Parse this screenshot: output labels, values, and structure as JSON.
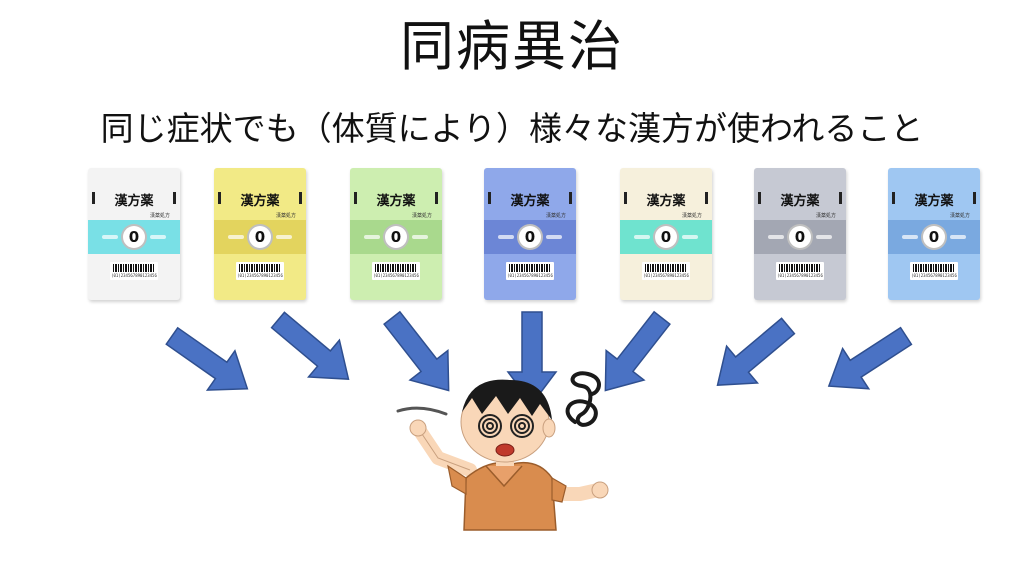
{
  "slide": {
    "title": "同病異治",
    "subtitle": "同じ症状でも（体質により）様々な漢方が使われること"
  },
  "packets": [
    {
      "name": "漢方薬",
      "number": "0",
      "small": "漢薬処方",
      "barcode": "(01)234567890123456",
      "body_color": "#f3f3f3",
      "band_color": "#79e0e6"
    },
    {
      "name": "漢方薬",
      "number": "0",
      "small": "漢薬処方",
      "barcode": "(01)234567890123456",
      "body_color": "#f2ea86",
      "band_color": "#e3d45e"
    },
    {
      "name": "漢方薬",
      "number": "0",
      "small": "漢薬処方",
      "barcode": "(01)234567890123456",
      "body_color": "#cdeeb0",
      "band_color": "#a9d98d"
    },
    {
      "name": "漢方薬",
      "number": "0",
      "small": "漢薬処方",
      "barcode": "(01)234567890123456",
      "body_color": "#8fa8ea",
      "band_color": "#6c86d6"
    },
    {
      "name": "漢方薬",
      "number": "0",
      "small": "漢薬処方",
      "barcode": "(01)234567890123456",
      "body_color": "#f6f0dc",
      "band_color": "#6fe3cf"
    },
    {
      "name": "漢方薬",
      "number": "0",
      "small": "漢薬処方",
      "barcode": "(01)234567890123456",
      "body_color": "#c6c9d3",
      "band_color": "#a3a7b3"
    },
    {
      "name": "漢方薬",
      "number": "0",
      "small": "漢薬処方",
      "barcode": "(01)234567890123456",
      "body_color": "#9fc7f2",
      "band_color": "#7aa9e0"
    }
  ],
  "colors": {
    "arrow": "#4a72c4",
    "arrow_stroke": "#2f4f8f",
    "shirt": "#d98c4e",
    "skin": "#f9d7b8",
    "hair": "#1a1a1a"
  },
  "icons": {
    "arrow": "arrow-down-icon",
    "person": "confused-person-icon",
    "dizzy": "dizzy-spiral-icon"
  }
}
